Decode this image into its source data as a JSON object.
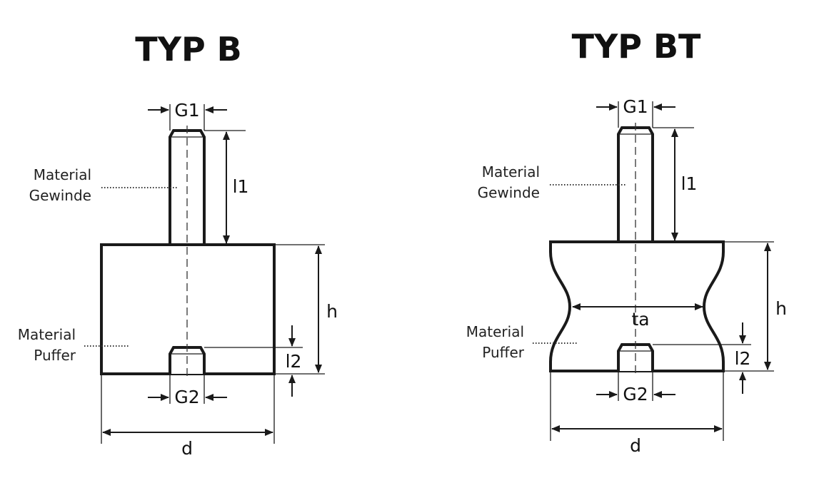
{
  "type_b": {
    "title": "TYP B",
    "labels": {
      "thread_material_line1": "Material",
      "thread_material_line2": "Gewinde",
      "buffer_material_line1": "Material",
      "buffer_material_line2": "Puffer"
    },
    "dimensions": {
      "g1": "G1",
      "g2": "G2",
      "l1": "l1",
      "l2": "l2",
      "h": "h",
      "d": "d"
    }
  },
  "type_bt": {
    "title": "TYP BT",
    "labels": {
      "thread_material_line1": "Material",
      "thread_material_line2": "Gewinde",
      "buffer_material_line1": "Material",
      "buffer_material_line2": "Puffer"
    },
    "dimensions": {
      "g1": "G1",
      "g2": "G2",
      "l1": "l1",
      "l2": "l2",
      "h": "h",
      "ta": "ta",
      "d": "d"
    }
  },
  "colors": {
    "line": "#1a1a1a",
    "background": "#ffffff"
  }
}
